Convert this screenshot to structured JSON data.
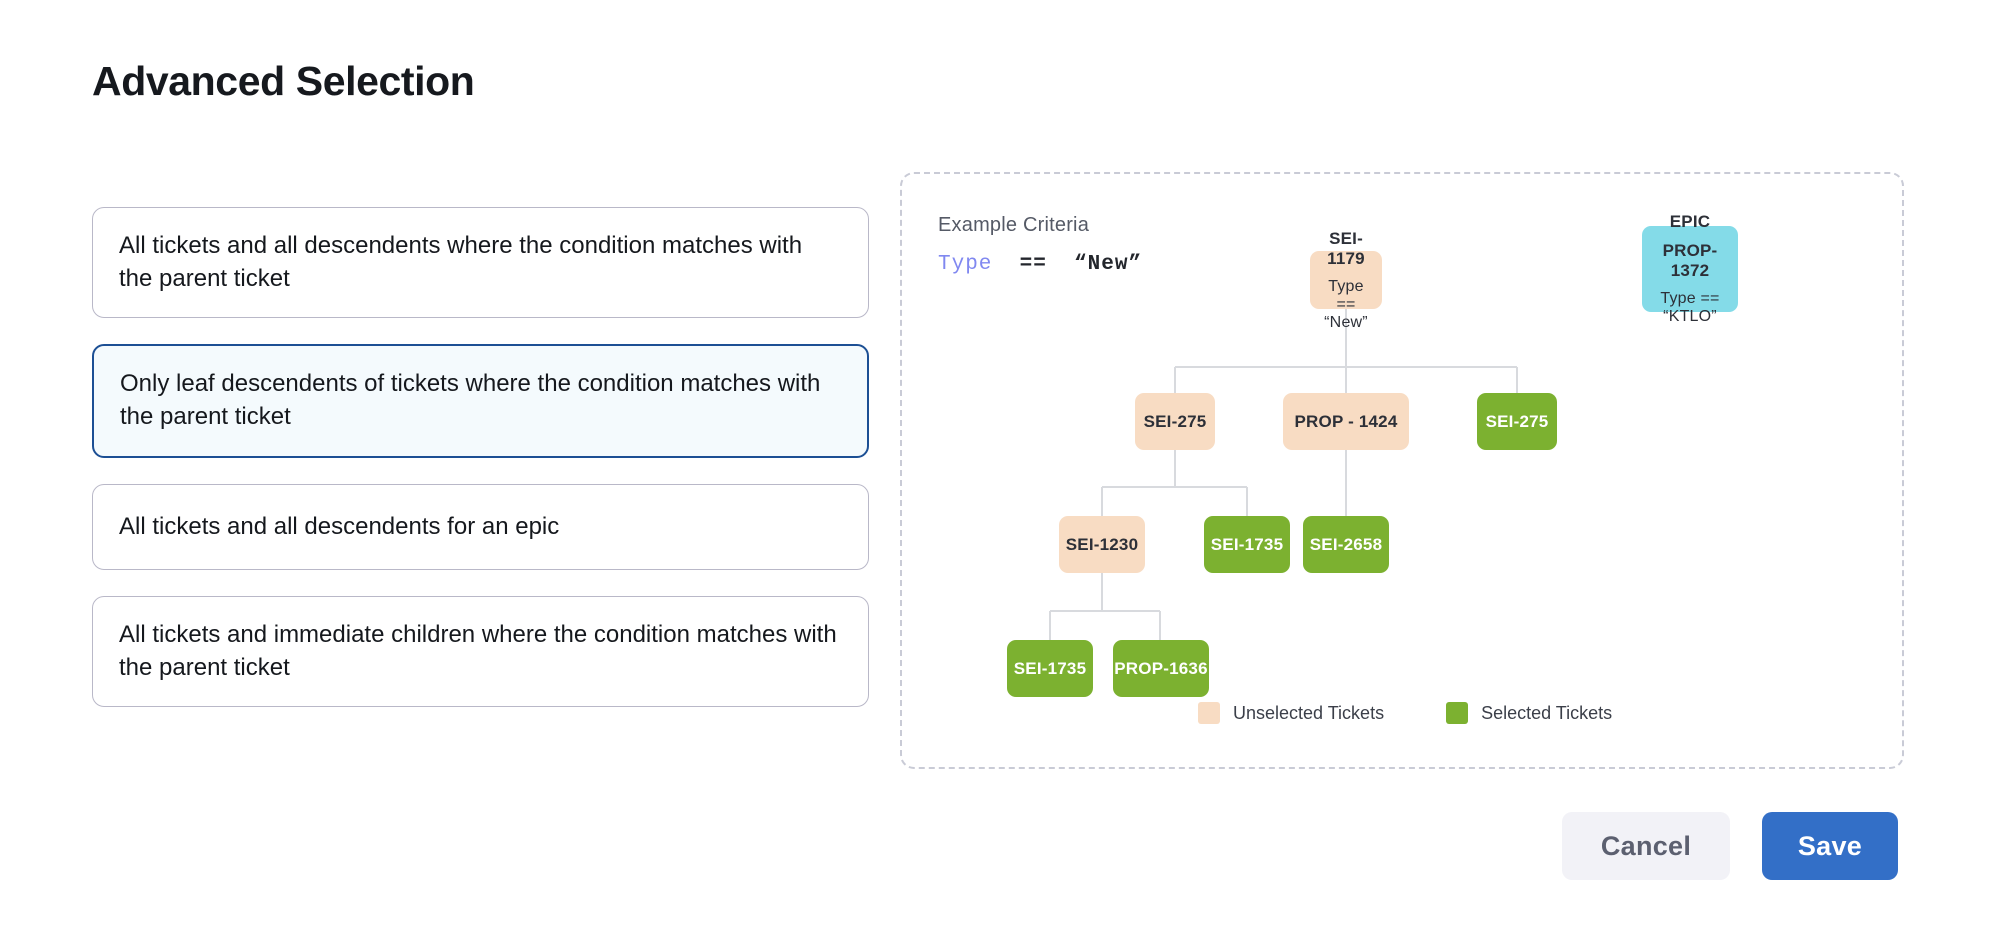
{
  "page": {
    "title": "Advanced Selection"
  },
  "options": [
    {
      "label": "All tickets and all descendents where the condition matches with the parent ticket",
      "selected": false,
      "lines": 2
    },
    {
      "label": "Only leaf descendents of tickets where the condition matches with the parent ticket",
      "selected": true,
      "lines": 2
    },
    {
      "label": "All tickets and all descendents for an epic",
      "selected": false,
      "lines": 1
    },
    {
      "label": "All tickets and immediate children where the condition matches with the parent ticket",
      "selected": false,
      "lines": 2
    }
  ],
  "diagram": {
    "criteria_label": "Example Criteria",
    "criteria": {
      "field": "Type",
      "operator": "==",
      "value": "“New”"
    },
    "nodes": {
      "root": {
        "title": "SEI-1179",
        "sub": "Type == “New”",
        "state": "unselected"
      },
      "epic": {
        "title": "EPIC",
        "mid": "PROP-1372",
        "sub": "Type == “KTLO”",
        "state": "epic"
      },
      "r2c1": {
        "title": "SEI-275",
        "state": "unselected"
      },
      "r2c2": {
        "title": "PROP - 1424",
        "state": "unselected"
      },
      "r2c3": {
        "title": "SEI-275",
        "state": "selected"
      },
      "r3c1": {
        "title": "SEI-1230",
        "state": "unselected"
      },
      "r3c2": {
        "title": "SEI-1735",
        "state": "selected"
      },
      "r3c3": {
        "title": "SEI-2658",
        "state": "selected"
      },
      "r4c1": {
        "title": "SEI-1735",
        "state": "selected"
      },
      "r4c2": {
        "title": "PROP-1636",
        "state": "selected"
      }
    },
    "legend": [
      {
        "label": "Unselected Tickets",
        "state": "unselected"
      },
      {
        "label": "Selected Tickets",
        "state": "selected"
      }
    ]
  },
  "footer": {
    "cancel_label": "Cancel",
    "save_label": "Save"
  },
  "colors": {
    "unselected": "#f8dcc3",
    "selected": "#7cb130",
    "epic": "#84dbe8",
    "accent": "#336fc7",
    "selected_card_border": "#1c4f94"
  }
}
